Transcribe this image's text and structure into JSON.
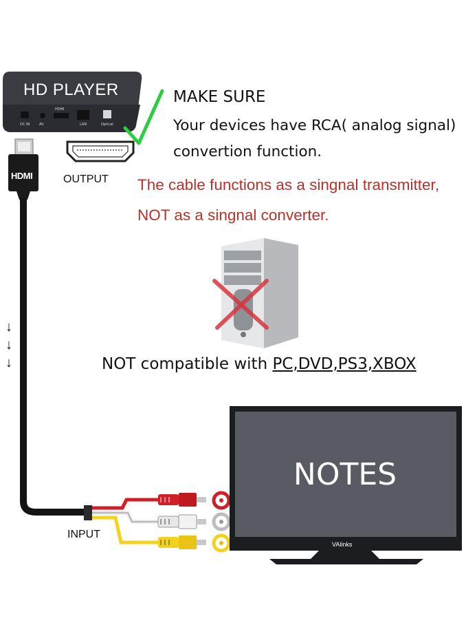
{
  "player": {
    "title": "HD PLAYER",
    "ports": [
      "DC IN",
      "AV",
      "HDMI",
      "LAN",
      "Optical"
    ]
  },
  "hdmi_plug_text": "HDMI",
  "labels": {
    "output": "OUTPUT",
    "input": "INPUT"
  },
  "make_sure": {
    "heading": "MAKE SURE",
    "line1": "Your devices have RCA( analog signal)",
    "line2": "convertion function."
  },
  "warning": {
    "line1": "The cable functions as a singnal transmitter,",
    "line2": "NOT as a singnal converter."
  },
  "compat": {
    "prefix": "NOT compatible with ",
    "devices": "PC,DVD,PS3,XBOX"
  },
  "tv": {
    "screen_text": "NOTES",
    "brand": "VAlinks"
  },
  "arrows": "↓\n↓\n↓",
  "colors": {
    "check": "#2ecc40",
    "warning": "#b5332b",
    "cross": "#d9363e",
    "rca_red": "#d01f26",
    "rca_white": "#e8e8e8",
    "rca_yellow": "#f2d21c",
    "tv_screen": "#585b62"
  },
  "icons": [
    "check-icon",
    "computer-tower-icon",
    "cross-icon",
    "tv-icon",
    "hdmi-plug-icon",
    "rca-plug-icon"
  ]
}
